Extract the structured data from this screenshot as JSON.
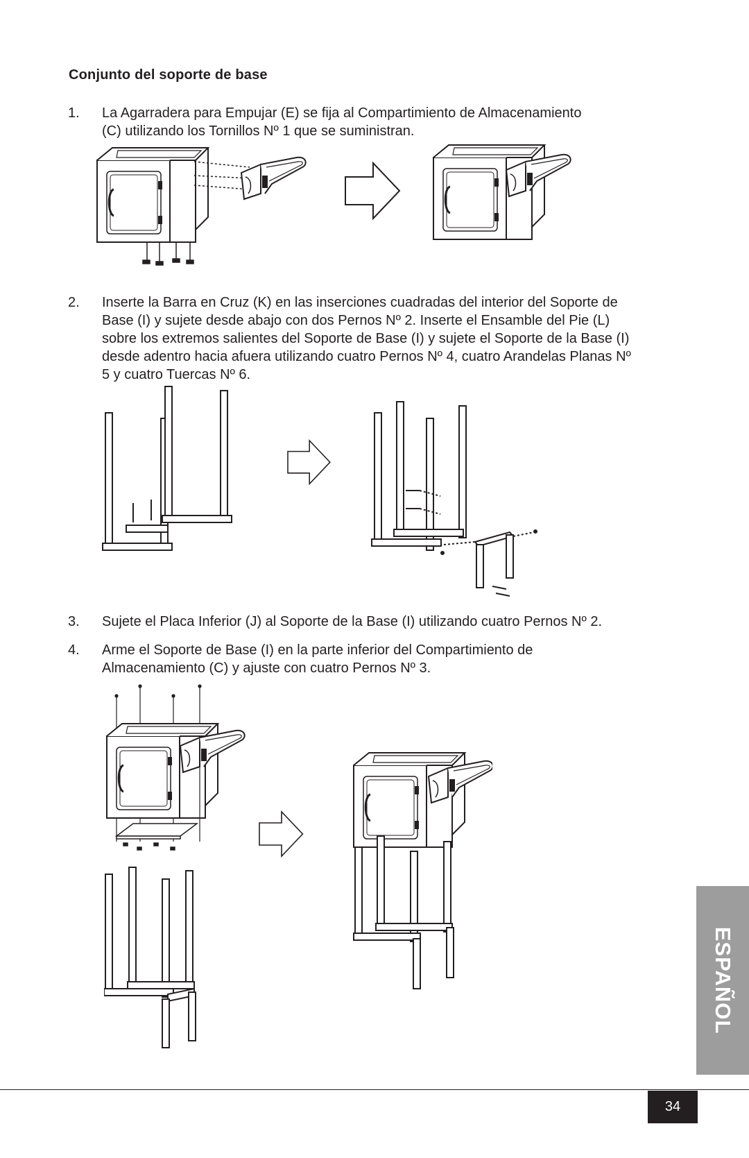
{
  "section": {
    "heading": "Conjunto del soporte de base"
  },
  "steps": [
    {
      "num": "1.",
      "text": "La Agarradera para Empujar (E) se fija al Compartimiento de Almacenamiento (C) utilizando los Tornillos Nº 1 que se suministran."
    },
    {
      "num": "2.",
      "text": "Inserte la Barra en Cruz (K) en las inserciones cuadradas del interior del Soporte de Base (I) y sujete desde abajo con dos Pernos Nº 2. Inserte el Ensamble del Pie (L) sobre los extremos salientes del Soporte de Base (I) y sujete el Soporte de la Base (I) desde adentro hacia afuera utilizando cuatro Pernos Nº 4, cuatro Arandelas Planas Nº 5 y cuatro Tuercas Nº 6."
    },
    {
      "num": "3.",
      "text": "Sujete el Placa Inferior (J) al Soporte de la Base (I) utilizando cuatro Pernos Nº 2."
    },
    {
      "num": "4.",
      "text": "Arme el Soporte de Base (I) en la parte inferior del Compartimiento de Almacenamiento (C) y ajuste con cuatro Pernos Nº 3."
    }
  ],
  "sidebar_tab": {
    "label": "ESPAÑOL",
    "color": "#9d9d9d"
  },
  "footer": {
    "page_number": "34"
  },
  "colors": {
    "text": "#231f20",
    "line": "#231f20"
  },
  "figures": [
    {
      "id": "fig-step-1",
      "content": "cabinet-handle-assembly"
    },
    {
      "id": "fig-step-2",
      "content": "base-stand-assembly"
    },
    {
      "id": "fig-step-4",
      "content": "cabinet-on-stand-assembly"
    }
  ]
}
